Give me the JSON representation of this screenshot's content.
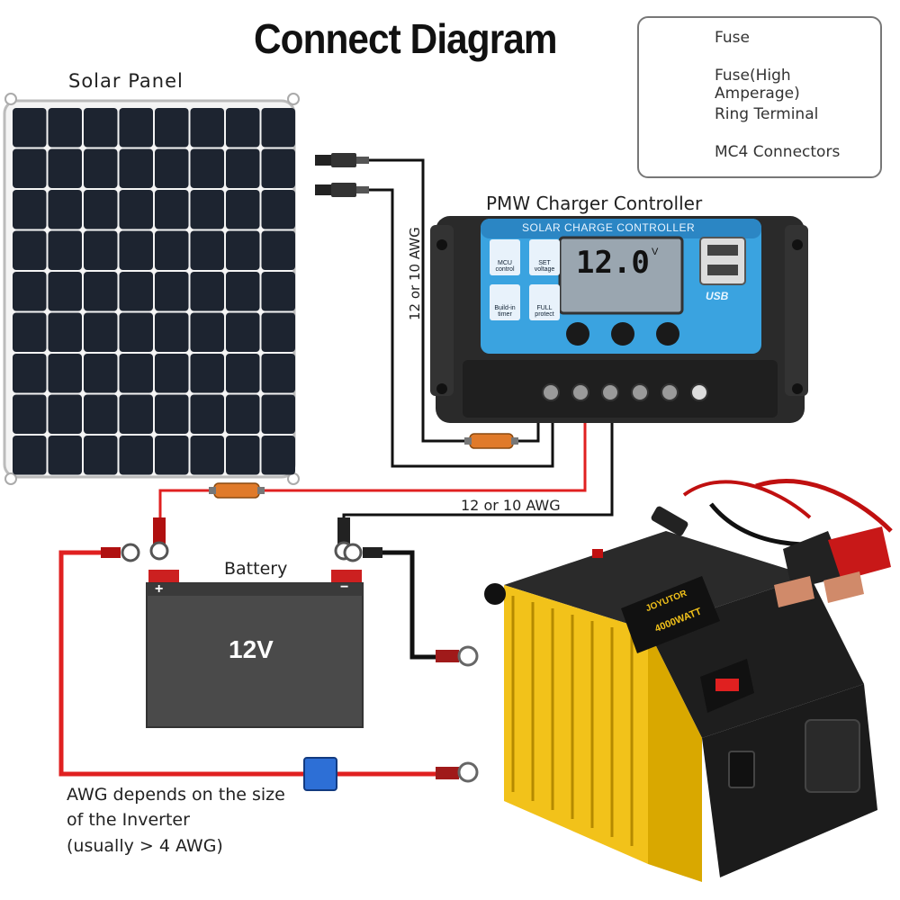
{
  "title": "Connect Diagram",
  "legend": {
    "items": [
      {
        "label": "Fuse",
        "icon": "fuse-icon"
      },
      {
        "label": "Fuse(High Amperage)",
        "icon": "high-amperage-fuse-icon"
      },
      {
        "label": "Ring Terminal",
        "icon": "ring-terminal-icon"
      },
      {
        "label": "MC4 Connectors",
        "icon": "mc4-connector-icon"
      }
    ]
  },
  "labels": {
    "solar_panel": "Solar Panel",
    "controller": "PMW Charger Controller",
    "battery": "Battery",
    "wire_vertical": "12 or 10 AWG",
    "wire_horizontal": "12 or 10 AWG",
    "inverter_note_1": "AWG depends on the size",
    "inverter_note_2": "of the Inverter",
    "inverter_note_3": "(usually  > 4 AWG)"
  },
  "controller": {
    "header": "SOLAR CHARGE CONTROLLER",
    "display": "12.0",
    "display_unit": "V",
    "icons": [
      {
        "label": "MCU control"
      },
      {
        "label": "SET voltage"
      },
      {
        "label": "Build-in timer"
      },
      {
        "label": "FULL protect"
      }
    ],
    "usb": "USB"
  },
  "battery": {
    "voltage": "12V",
    "plus": "+",
    "minus": "−"
  },
  "inverter": {
    "brand": "JOYUTOR",
    "model": "4000WATT"
  },
  "colors": {
    "red_wire": "#e02020",
    "black_wire": "#111111",
    "fuse": "#e07a2a",
    "hi_amp_fuse": "#2d6fd6",
    "controller_blue": "#3aa3e0",
    "inverter_yellow": "#f2c21a"
  }
}
